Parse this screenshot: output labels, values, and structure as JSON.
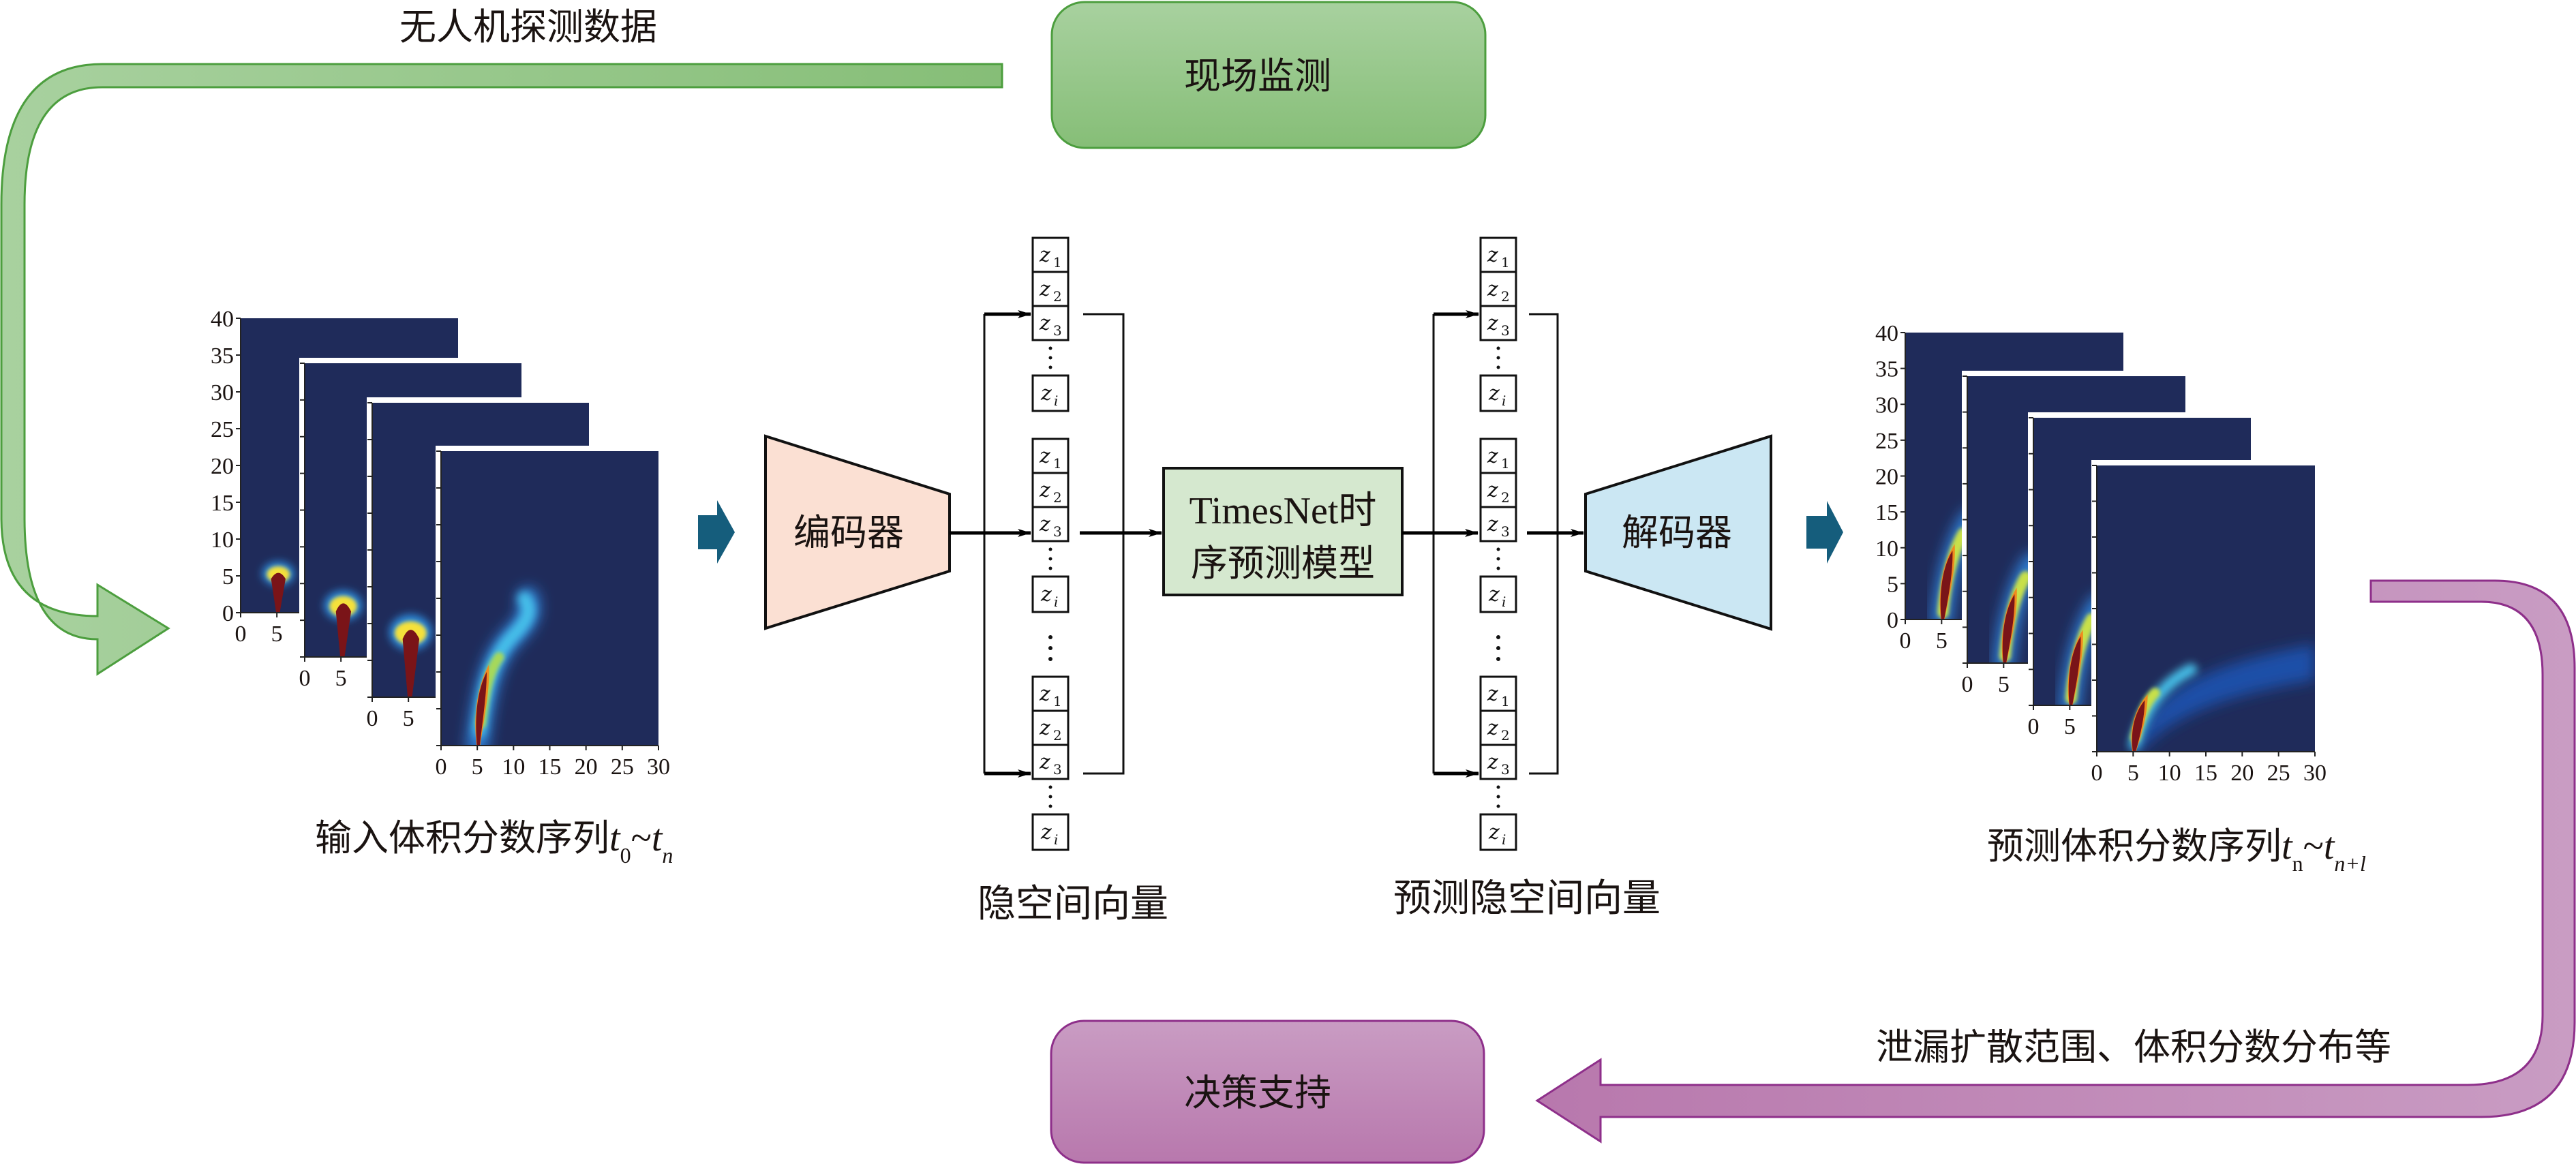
{
  "top_loop": {
    "label": "无人机探测数据",
    "box_label": "现场监测",
    "color_light": "#a8d19f",
    "color_dark": "#86be77",
    "stroke": "#4c9e3e"
  },
  "bottom_loop": {
    "label": "泄漏扩散范围、体积分数分布等",
    "box_label": "决策支持",
    "color_light": "#c99cc3",
    "color_dark": "#b878ad",
    "stroke": "#8e2f8a"
  },
  "input_stack": {
    "caption_main": "输入体积分数序列",
    "caption_t1": "t",
    "caption_sub1": "0",
    "caption_tilde": "~",
    "caption_t2": "t",
    "caption_sub2": "n",
    "y_ticks": [
      "0",
      "5",
      "10",
      "15",
      "20",
      "25",
      "30",
      "35",
      "40"
    ],
    "x_ticks_small": [
      "0",
      "5"
    ],
    "x_ticks_full": [
      "0",
      "5",
      "10",
      "15",
      "20",
      "25",
      "30"
    ]
  },
  "output_stack": {
    "caption_main": "预测体积分数序列",
    "caption_t1": "t",
    "caption_sub1": "n",
    "caption_tilde": "~",
    "caption_t2": "t",
    "caption_sub2": "n+l",
    "y_ticks": [
      "0",
      "5",
      "10",
      "15",
      "20",
      "25",
      "30",
      "35",
      "40"
    ],
    "x_ticks_small": [
      "0",
      "5"
    ],
    "x_ticks_full": [
      "0",
      "5",
      "10",
      "15",
      "20",
      "25",
      "30"
    ]
  },
  "encoder": {
    "label": "编码器",
    "fill": "#fbe0d3"
  },
  "decoder": {
    "label": "解码器",
    "fill": "#cbe7f3"
  },
  "model": {
    "line1": "TimesNet时",
    "line2": "序预测模型",
    "fill": "#d5e8cf"
  },
  "latent": {
    "caption": "隐空间向量",
    "cells": [
      "z1",
      "z2",
      "z3",
      "zi"
    ]
  },
  "pred_latent": {
    "caption": "预测隐空间向量",
    "cells": [
      "z1",
      "z2",
      "z3",
      "zi"
    ]
  },
  "z_symbol": "z",
  "z_subs": [
    "1",
    "2",
    "3",
    "i"
  ],
  "vdots": "⋮",
  "colors": {
    "heatmap_bg": "#1f2b5a",
    "flow_arrow": "#155d7c"
  }
}
